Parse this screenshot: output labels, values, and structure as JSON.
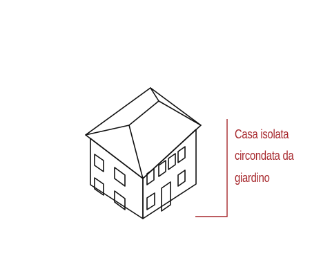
{
  "caption": {
    "lines": [
      "Casa isolata",
      "circondata da",
      "giardino"
    ]
  },
  "colors": {
    "caption_text": "#a6262b",
    "bracket": "#a6262b",
    "drawing_stroke": "#111111",
    "background": "#ffffff"
  },
  "illustration": {
    "icon": "isometric-house-icon"
  }
}
